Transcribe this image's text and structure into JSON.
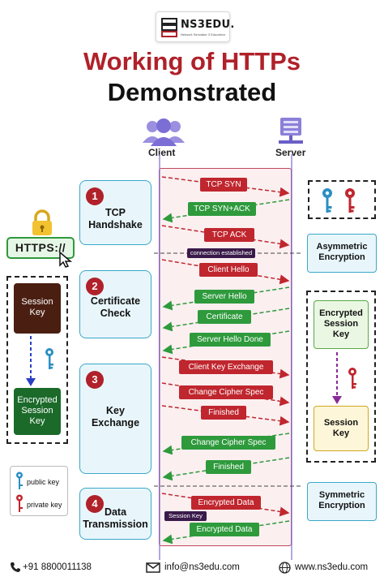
{
  "logo": {
    "text": "NS3EDU.",
    "tagline": "Network Simulator 3 Education"
  },
  "title": {
    "line1": "Working of HTTPs",
    "line2": "Demonstrated"
  },
  "actors": {
    "client": "Client",
    "server": "Server"
  },
  "https_badge": "HTTPS://",
  "stages": [
    {
      "number": "1",
      "label_line1": "TCP",
      "label_line2": "Handshake"
    },
    {
      "number": "2",
      "label_line1": "Certificate",
      "label_line2": "Check"
    },
    {
      "number": "3",
      "label_line1": "Key",
      "label_line2": "Exchange"
    },
    {
      "number": "4",
      "label_line1": "Data",
      "label_line2": "Transmission"
    }
  ],
  "messages": {
    "tcp_syn": "TCP SYN",
    "tcp_syn_ack": "TCP SYN+ACK",
    "tcp_ack": "TCP ACK",
    "connection_established": "connection established",
    "client_hello": "Client Hello",
    "server_hello": "Server Hello",
    "certificate": "Certificate",
    "server_hello_done": "Server Hello Done",
    "client_key_exchange": "Client Key Exchange",
    "change_cipher_spec_client": "Change Cipher Spec",
    "finished_client": "Finished",
    "change_cipher_spec_server": "Change Cipher Spec",
    "finished_server": "Finished",
    "encrypted_data_client": "Encrypted Data",
    "session_key": "Session Key",
    "encrypted_data_server": "Encrypted Data"
  },
  "left_panel": {
    "session_key": "Session Key",
    "encrypted_line1": "Encrypted",
    "encrypted_line2": "Session",
    "encrypted_line3": "Key"
  },
  "right_panel": {
    "asymmetric_line1": "Asymmetric",
    "asymmetric_line2": "Encryption",
    "encrypted_line1": "Encrypted",
    "encrypted_line2": "Session",
    "encrypted_line3": "Key",
    "session_line1": "Session",
    "session_line2": "Key",
    "symmetric_line1": "Symmetric",
    "symmetric_line2": "Encryption"
  },
  "legend": {
    "public_key": "public key",
    "private_key": "private key"
  },
  "footer": {
    "phone": "+91 8800011138",
    "email": "info@ns3edu.com",
    "website": "www.ns3edu.com"
  },
  "colors": {
    "accent_red": "#b0212a",
    "public_key": "#2a8fc4",
    "private_key": "#c0262e",
    "green": "#2e9a3c",
    "stage_border": "#3aa8c8"
  },
  "icons": [
    "client-group-icon",
    "server-icon",
    "padlock-icon",
    "cursor-icon",
    "public-key-icon",
    "private-key-icon",
    "phone-icon",
    "email-icon",
    "globe-icon"
  ]
}
